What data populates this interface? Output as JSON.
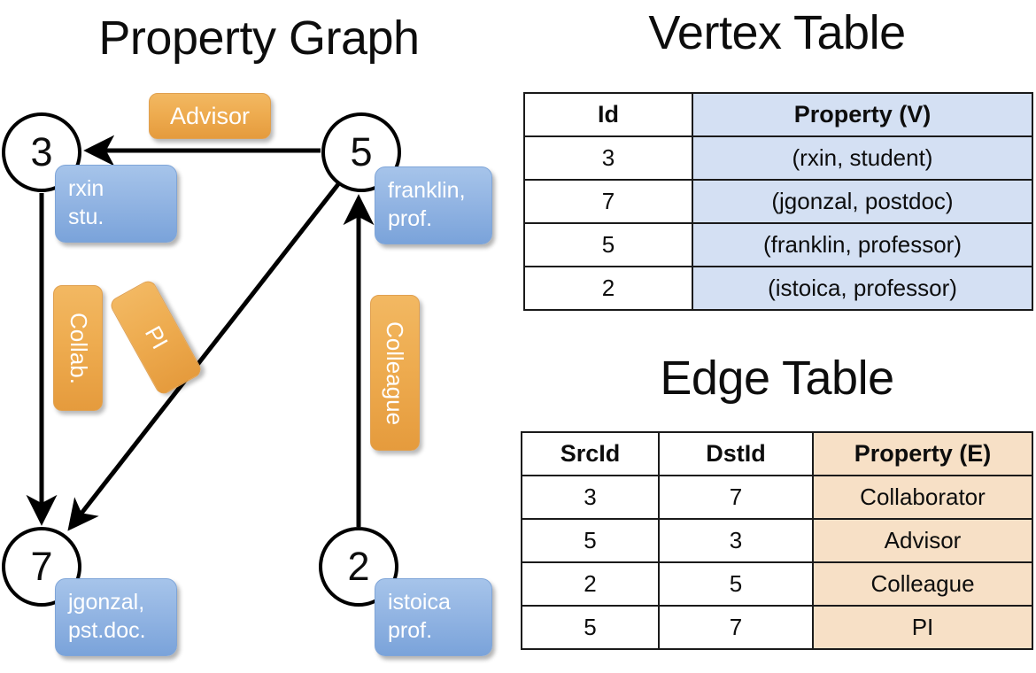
{
  "titles": {
    "property_graph": "Property Graph",
    "vertex_table": "Vertex Table",
    "edge_table": "Edge Table"
  },
  "graph": {
    "nodes": [
      {
        "id": "3",
        "property_line1": "rxin",
        "property_line2": "stu."
      },
      {
        "id": "5",
        "property_line1": "franklin,",
        "property_line2": "prof."
      },
      {
        "id": "7",
        "property_line1": "jgonzal,",
        "property_line2": "pst.doc."
      },
      {
        "id": "2",
        "property_line1": "istoica",
        "property_line2": "prof."
      }
    ],
    "edge_labels": {
      "advisor": "Advisor",
      "collab": "Collab.",
      "pi": "PI",
      "colleague": "Colleague"
    },
    "edges": [
      {
        "src": "5",
        "dst": "3",
        "label": "Advisor"
      },
      {
        "src": "3",
        "dst": "7",
        "label": "Collab."
      },
      {
        "src": "5",
        "dst": "7",
        "label": "PI"
      },
      {
        "src": "2",
        "dst": "5",
        "label": "Colleague"
      }
    ]
  },
  "vertex_table": {
    "headers": [
      "Id",
      "Property (V)"
    ],
    "rows": [
      [
        "3",
        "(rxin, student)"
      ],
      [
        "7",
        "(jgonzal, postdoc)"
      ],
      [
        "5",
        "(franklin, professor)"
      ],
      [
        "2",
        "(istoica, professor)"
      ]
    ]
  },
  "edge_table": {
    "headers": [
      "SrcId",
      "DstId",
      "Property (E)"
    ],
    "rows": [
      [
        "3",
        "7",
        "Collaborator"
      ],
      [
        "5",
        "3",
        "Advisor"
      ],
      [
        "2",
        "5",
        "Colleague"
      ],
      [
        "5",
        "7",
        "PI"
      ]
    ]
  },
  "colors": {
    "vertex_property_cell": "#d4e0f3",
    "edge_property_cell": "#f7e0c6",
    "node_box_blue": "#93b5e3",
    "edge_label_orange": "#eeac50",
    "stroke": "#000000"
  }
}
